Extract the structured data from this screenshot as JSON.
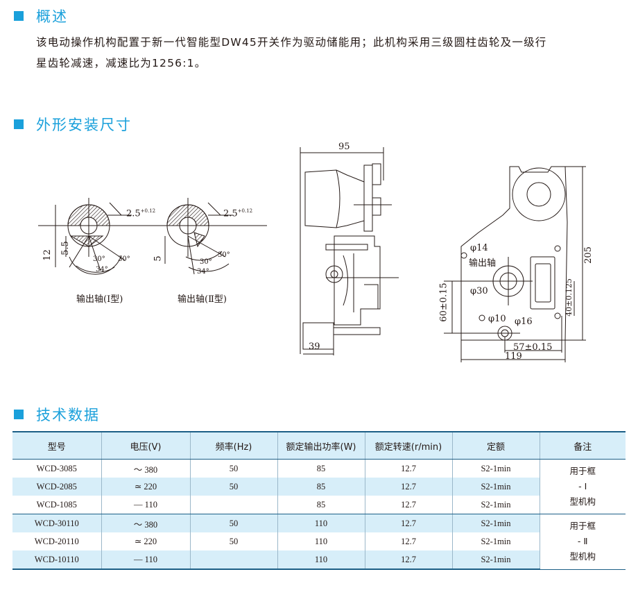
{
  "sections": {
    "overview": "概述",
    "dimensions": "外形安装尺寸",
    "tech_data": "技术数据"
  },
  "overview_text": {
    "line1": "该电动操作机构配置于新一代智能型DW45开关作为驱动储能用；此机构采用三级圆柱齿轮及一级行",
    "line2": "星齿轮减速，减速比为1256:1。"
  },
  "figures": {
    "shaft1_caption": "输出轴(Ⅰ型)",
    "shaft2_caption": "输出轴(Ⅱ型)",
    "shaft_labels": {
      "keyway": "2.5",
      "keyway_tol": "+0.12",
      "key_depth": "5.5",
      "dia": "12",
      "dia2": "5",
      "angle30": "30°",
      "angle34": "34°"
    },
    "side_view": {
      "width": "95",
      "base": "39"
    },
    "front_view": {
      "height": "205",
      "phi14": "φ14",
      "output_shaft": "输出轴",
      "phi30": "φ30",
      "phi10": "φ10",
      "phi16": "φ16",
      "left_dim": "60±0.15",
      "right_dim": "40±0.125",
      "bottom_dim1": "57±0.15",
      "bottom_dim2": "119"
    }
  },
  "table": {
    "headers": [
      "型号",
      "电压(V)",
      "频率(Hz)",
      "额定输出功率(W)",
      "额定转速(r/min)",
      "定额",
      "备注"
    ],
    "rows": [
      {
        "model": "WCD-3085",
        "voltage": "～ 380",
        "freq": "50",
        "power": "85",
        "speed": "12.7",
        "rating": "S2-1min"
      },
      {
        "model": "WCD-2085",
        "voltage": "≃ 220",
        "freq": "50",
        "power": "85",
        "speed": "12.7",
        "rating": "S2-1min"
      },
      {
        "model": "WCD-1085",
        "voltage": "— 110",
        "freq": "",
        "power": "85",
        "speed": "12.7",
        "rating": "S2-1min"
      },
      {
        "model": "WCD-30110",
        "voltage": "～ 380",
        "freq": "50",
        "power": "110",
        "speed": "12.7",
        "rating": "S2-1min"
      },
      {
        "model": "WCD-20110",
        "voltage": "≃ 220",
        "freq": "50",
        "power": "110",
        "speed": "12.7",
        "rating": "S2-1min"
      },
      {
        "model": "WCD-10110",
        "voltage": "— 110",
        "freq": "",
        "power": "110",
        "speed": "12.7",
        "rating": "S2-1min"
      }
    ],
    "note1": {
      "a": "用于框",
      "b": "- Ⅰ",
      "c": "型机构"
    },
    "note2": {
      "a": "用于框",
      "b": "- Ⅱ",
      "c": "型机构"
    }
  },
  "colors": {
    "accent": "#1aa0db",
    "table_fill": "#d7eef9",
    "rule": "#1b5e86"
  }
}
